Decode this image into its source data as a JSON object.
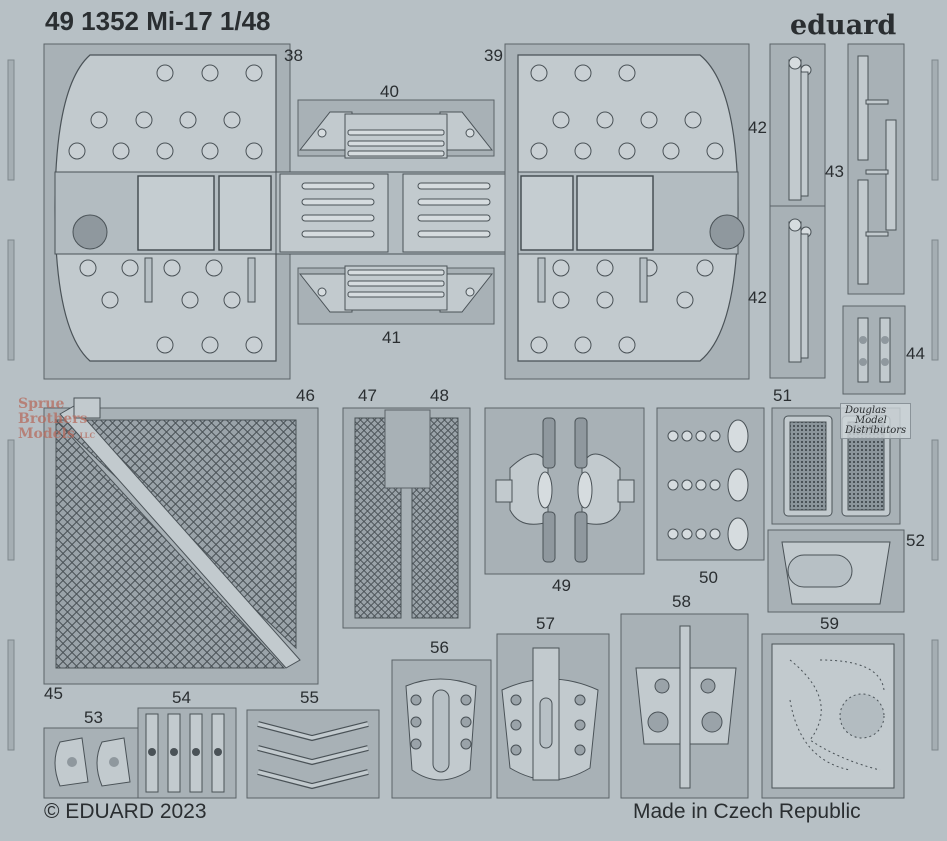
{
  "header": {
    "title": "49 1352 Mi-17 1/48",
    "brand": "eduard"
  },
  "footer": {
    "copyright": "© EDUARD 2023",
    "origin": "Made in Czech Republic"
  },
  "watermark": {
    "line1": "Sprue",
    "line2": "Brothers",
    "line3": "Models",
    "line3_suffix": "LLC"
  },
  "distributor": {
    "line1": "Douglas",
    "line2": "Model",
    "line3": "Distributors"
  },
  "parts": {
    "p38": "38",
    "p39": "39",
    "p40": "40",
    "p41": "41",
    "p42a": "42",
    "p42b": "42",
    "p43": "43",
    "p44": "44",
    "p45": "45",
    "p46": "46",
    "p47": "47",
    "p48": "48",
    "p49": "49",
    "p50": "50",
    "p51": "51",
    "p52": "52",
    "p53": "53",
    "p54": "54",
    "p55": "55",
    "p56": "56",
    "p57": "57",
    "p58": "58",
    "p59": "59"
  },
  "colors": {
    "fret": "#b7c0c5",
    "part": "#a8b1b6",
    "part_light": "#c8d0d4",
    "outline": "#4a5257",
    "mesh": "#8b959b",
    "watermark": "#b66c5f"
  }
}
